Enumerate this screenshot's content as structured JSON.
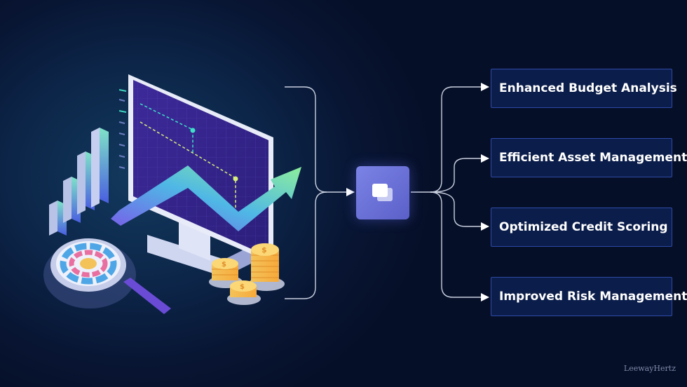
{
  "outputs": [
    {
      "label": "Enhanced Budget Analysis"
    },
    {
      "label": "Efficient Asset Management"
    },
    {
      "label": "Optimized Credit Scoring"
    },
    {
      "label": "Improved Risk Management"
    }
  ],
  "hub": {
    "icon": "copy-icon"
  },
  "illustration": {
    "icons": [
      "monitor-icon",
      "growth-arrow-icon",
      "bar-chart-icon",
      "magnifier-icon",
      "coin-stack-icon"
    ]
  },
  "brand": {
    "logo": "LeewayHertz"
  },
  "colors": {
    "background": "#081533",
    "box_fill": "#0b1d4a",
    "box_border": "#2e4aa8",
    "hub": "#6a70d8",
    "connector": "#c9d0e0"
  }
}
